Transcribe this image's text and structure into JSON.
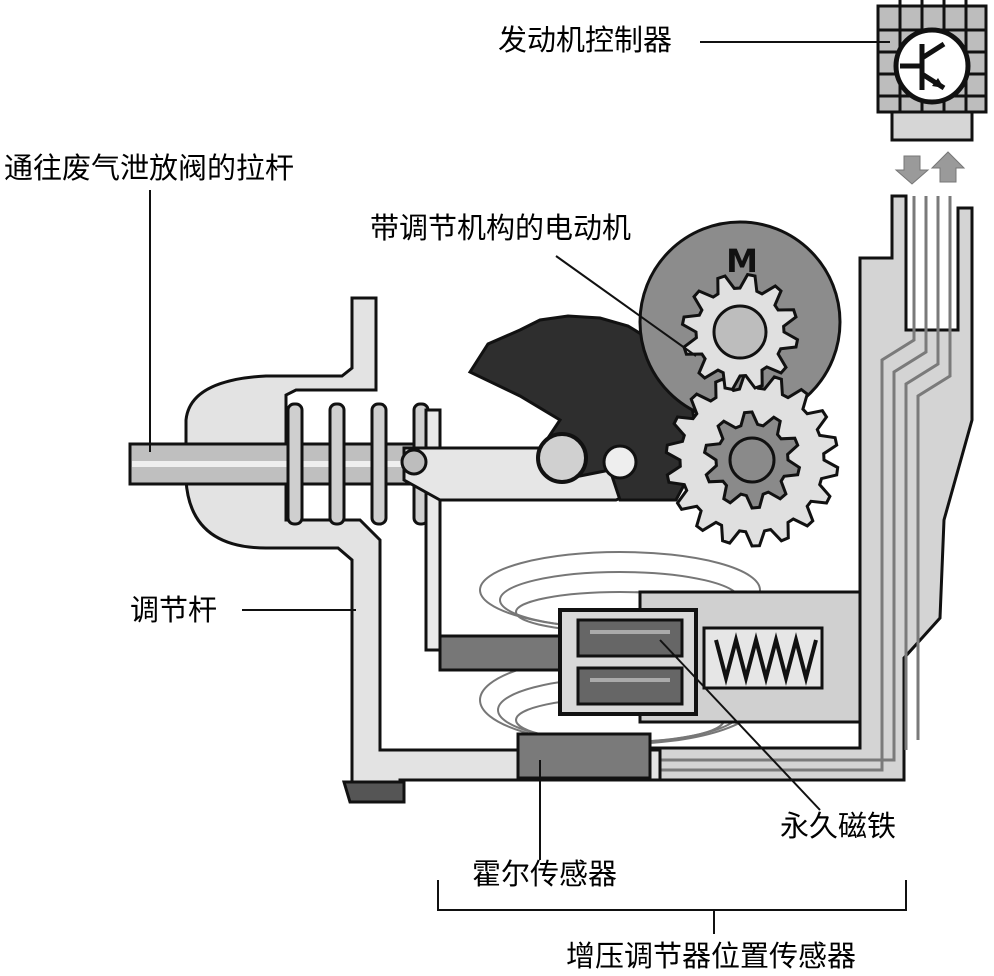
{
  "labels": {
    "engine_controller": "发动机控制器",
    "wastegate_rod": "通往废气泄放阀的拉杆",
    "motor_with_gear": "带调节机构的电动机",
    "motor_symbol": "M",
    "adjusting_rod": "调节杆",
    "permanent_magnet": "永久磁铁",
    "hall_sensor": "霍尔传感器",
    "boost_regulator_position_sensor": "增压调节器位置传感器"
  },
  "colors": {
    "housing": "#d9d9d9",
    "housing_stroke": "#4d4d4d",
    "motor_disc": "#8c8c8c",
    "sector_gear": "#333333",
    "gear_light": "#e0e0e0",
    "gear_mid": "#8a8a8a",
    "spring": "#8f8f8f"
  }
}
